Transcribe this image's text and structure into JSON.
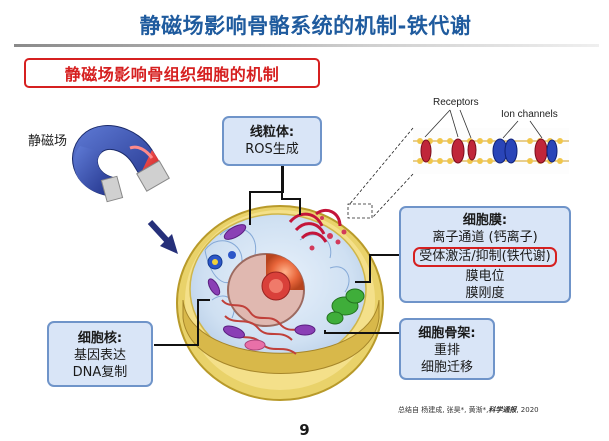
{
  "slide": {
    "title": "静磁场影响骨骼系统的机制-铁代谢",
    "subtitle": "静磁场影响骨组织细胞的机制",
    "page_number": "9"
  },
  "magnet": {
    "label": "静磁场"
  },
  "membrane_inset": {
    "receptors_label": "Receptors",
    "ion_channels_label": "Ion channels"
  },
  "boxes": {
    "mitochondria": {
      "heading": "线粒体:",
      "lines": [
        "ROS生成"
      ]
    },
    "membrane": {
      "heading": "细胞膜:",
      "line1": "离子通道 (钙离子)",
      "highlight": "受体激活/抑制(铁代谢)",
      "line3": "膜电位",
      "line4": "膜刚度"
    },
    "nucleus": {
      "heading": "细胞核:",
      "lines": [
        "基因表达",
        "DNA复制"
      ]
    },
    "cytoskeleton": {
      "heading": "细胞骨架:",
      "lines": [
        "重排",
        "细胞迁移"
      ]
    }
  },
  "citation": {
    "authors": "总结自  杨建成, 张昊*, 黄渐*,",
    "journal": "科学通报",
    "year": ", 2020"
  },
  "colors": {
    "title": "#1f5b9e",
    "accent_red": "#d62020",
    "box_fill": "#d9e5f7",
    "box_border": "#6f94c9"
  }
}
